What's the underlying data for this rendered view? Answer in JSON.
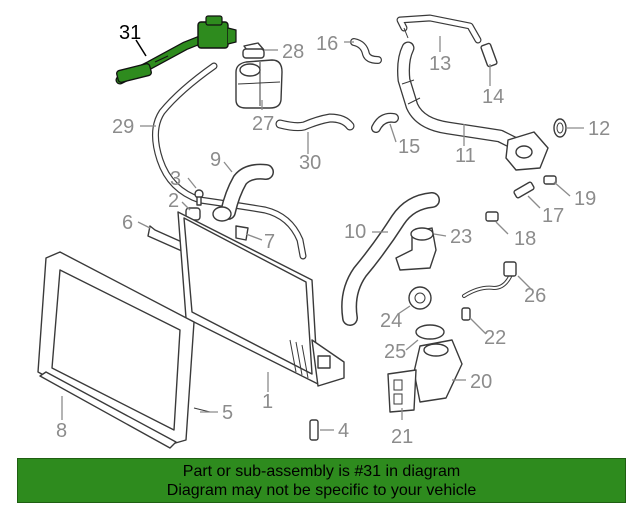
{
  "diagram": {
    "highlighted_part": "31",
    "highlight_color": "#2e8b1e",
    "callouts": [
      "31",
      "28",
      "16",
      "13",
      "14",
      "27",
      "29",
      "12",
      "30",
      "15",
      "11",
      "9",
      "3",
      "2",
      "19",
      "17",
      "6",
      "7",
      "10",
      "23",
      "18",
      "26",
      "24",
      "22",
      "25",
      "20",
      "1",
      "5",
      "8",
      "4",
      "21"
    ]
  },
  "banner": {
    "line1": "Part or sub-assembly is #31 in diagram",
    "line2": "Diagram may not be specific to your vehicle",
    "background": "#2e8b1e"
  }
}
